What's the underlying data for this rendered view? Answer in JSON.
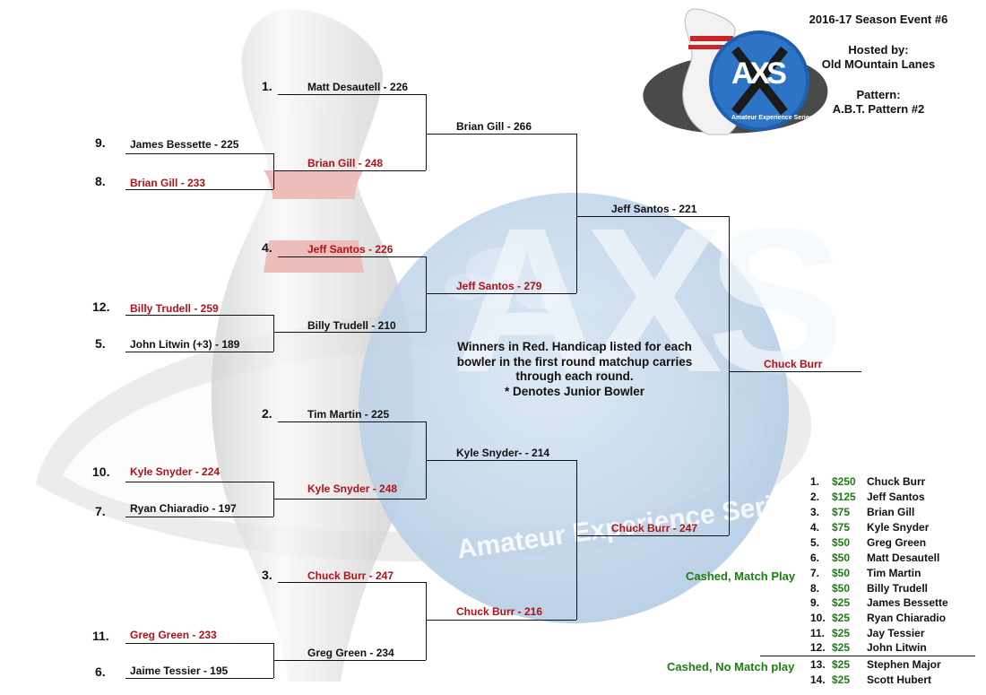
{
  "header": {
    "event": "2016-17 Season Event #6",
    "hosted_label": "Hosted by:",
    "host": "Old MOuntain Lanes",
    "pattern_label": "Pattern:",
    "pattern": "A.B.T. Pattern #2"
  },
  "logo": {
    "letters": "AXS",
    "small_text": "Amateur Experience Series"
  },
  "watermark": {
    "letters": "AXS",
    "text": "Amateur Experience Series"
  },
  "round1": [
    {
      "seed": "9.",
      "name": "James Bessette - 225"
    },
    {
      "seed": "8.",
      "name": "Brian Gill - 233"
    },
    {
      "seed": "12.",
      "name": "Billy Trudell - 259"
    },
    {
      "seed": "5.",
      "name": "John Litwin (+3) - 189"
    },
    {
      "seed": "10.",
      "name": "Kyle Snyder - 224"
    },
    {
      "seed": "7.",
      "name": "Ryan Chiaradio - 197"
    },
    {
      "seed": "11.",
      "name": "Greg Green - 233"
    },
    {
      "seed": "6.",
      "name": "Jaime Tessier - 195"
    }
  ],
  "round2": [
    {
      "seed": "1.",
      "name": "Matt Desautell - 226"
    },
    {
      "seed": "",
      "name": "Brian Gill - 248"
    },
    {
      "seed": "4.",
      "name": "Jeff Santos - 226"
    },
    {
      "seed": "",
      "name": "Billy Trudell - 210"
    },
    {
      "seed": "2.",
      "name": "Tim Martin - 225"
    },
    {
      "seed": "",
      "name": "Kyle Snyder - 248"
    },
    {
      "seed": "3.",
      "name": "Chuck Burr - 247"
    },
    {
      "seed": "",
      "name": "Greg Green - 234"
    }
  ],
  "round3": [
    "Brian Gill - 266",
    "Jeff Santos - 279",
    "Kyle Snyder- - 214",
    "Chuck Burr - 216"
  ],
  "round4": [
    "Jeff Santos - 221",
    "Chuck Burr - 247"
  ],
  "champion": "Chuck Burr",
  "note": [
    "Winners in Red.  Handicap listed for each",
    "bowler in the first round matchup carries",
    "through each round.",
    "* Denotes Junior Bowler"
  ],
  "cashed_match_play": "Cashed, Match Play",
  "cashed_no_match_play": "Cashed, No Match play",
  "payouts": [
    {
      "place": "1.",
      "amount": "$250",
      "name": "Chuck Burr"
    },
    {
      "place": "2.",
      "amount": "$125",
      "name": "Jeff Santos"
    },
    {
      "place": "3.",
      "amount": "$75",
      "name": "Brian Gill"
    },
    {
      "place": "4.",
      "amount": "$75",
      "name": "Kyle Snyder"
    },
    {
      "place": "5.",
      "amount": "$50",
      "name": "Greg Green"
    },
    {
      "place": "6.",
      "amount": "$50",
      "name": "Matt Desautell"
    },
    {
      "place": "7.",
      "amount": "$50",
      "name": "Tim Martin"
    },
    {
      "place": "8.",
      "amount": "$50",
      "name": "Billy Trudell"
    },
    {
      "place": "9.",
      "amount": "$25",
      "name": "James Bessette"
    },
    {
      "place": "10.",
      "amount": "$25",
      "name": "Ryan Chiaradio"
    },
    {
      "place": "11.",
      "amount": "$25",
      "name": "Jay Tessier"
    },
    {
      "place": "12.",
      "amount": "$25",
      "name": "John Litwin"
    },
    {
      "place": "13.",
      "amount": "$25",
      "name": "Stephen Major"
    },
    {
      "place": "14.",
      "amount": "$25",
      "name": "Scott Hubert"
    }
  ],
  "colors": {
    "winner": "#b01218",
    "cash": "#1e7d12",
    "logo_blue": "#1f5fb0",
    "watermark_blue": "#c9dcf0"
  }
}
